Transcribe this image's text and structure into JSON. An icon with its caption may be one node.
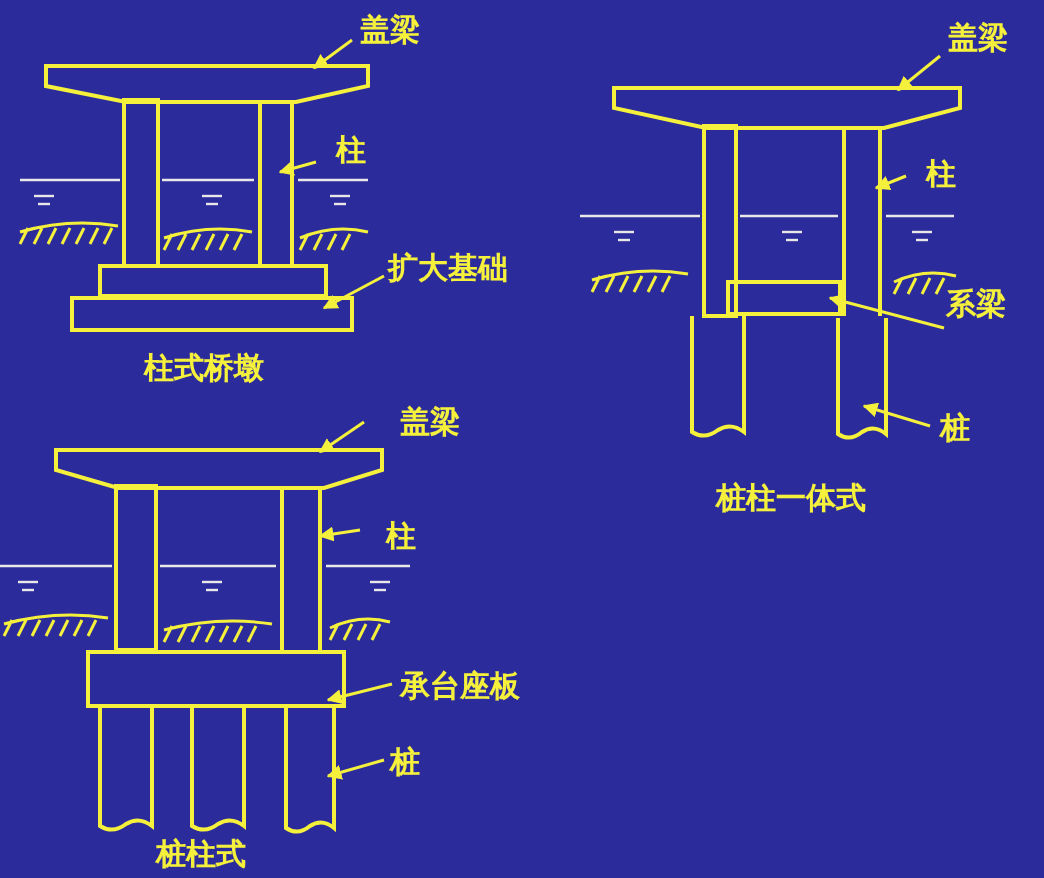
{
  "diagram": {
    "nodes": [
      {
        "text": [
          "盖梁"
        ]
      },
      {
        "text": [],
        "shape": "box"
      },
      {
        "text": [
          "柱"
        ]
      },
      {
        "text": [],
        "shape": "bar"
      },
      {
        "text": [
          "扩大基础"
        ]
      },
      {
        "text": [],
        "shape": "box"
      },
      {
        "text": [
          "盖梁"
        ]
      },
      {
        "text": [],
        "shape": "box"
      },
      {
        "text": [
          "柱"
        ]
      },
      {
        "text": [],
        "shape": "bar"
      },
      {
        "text": [
          "系梁"
        ]
      },
      {
        "text": [],
        "shape": "box"
      },
      {
        "text": [
          "桩"
        ]
      },
      {
        "text": [],
        "shape": "bar"
      },
      {
        "text": [
          "盖梁"
        ]
      },
      {
        "text": [],
        "shape": "box"
      },
      {
        "text": [
          "柱"
        ]
      },
      {
        "text": [],
        "shape": "bar"
      },
      {
        "text": [
          "承台座板"
        ]
      },
      {
        "text": [],
        "shape": "box"
      },
      {
        "text": [
          "桩"
        ]
      },
      {
        "text": [],
        "shape": "bar"
      }
    ],
    "edges": [
      {
        "from": 0,
        "to": 1,
        "arrow": "to"
      },
      {
        "from": 2,
        "to": 3,
        "arrow": "to"
      },
      {
        "from": 4,
        "to": 5,
        "arrow": "to"
      },
      {
        "from": 6,
        "to": 7,
        "arrow": "to"
      },
      {
        "from": 8,
        "to": 9,
        "arrow": "to"
      },
      {
        "from": 10,
        "to": 11,
        "arrow": "to"
      },
      {
        "from": 12,
        "to": 13,
        "arrow": "to"
      },
      {
        "from": 14,
        "to": 15,
        "arrow": "to"
      },
      {
        "from": 16,
        "to": 17,
        "arrow": "to"
      },
      {
        "from": 18,
        "to": 19,
        "arrow": "to"
      },
      {
        "from": 20,
        "to": 21,
        "arrow": "to"
      }
    ],
    "labels": [
      "柱式桥墩",
      "桩柱一体式",
      "桩柱式"
    ]
  }
}
